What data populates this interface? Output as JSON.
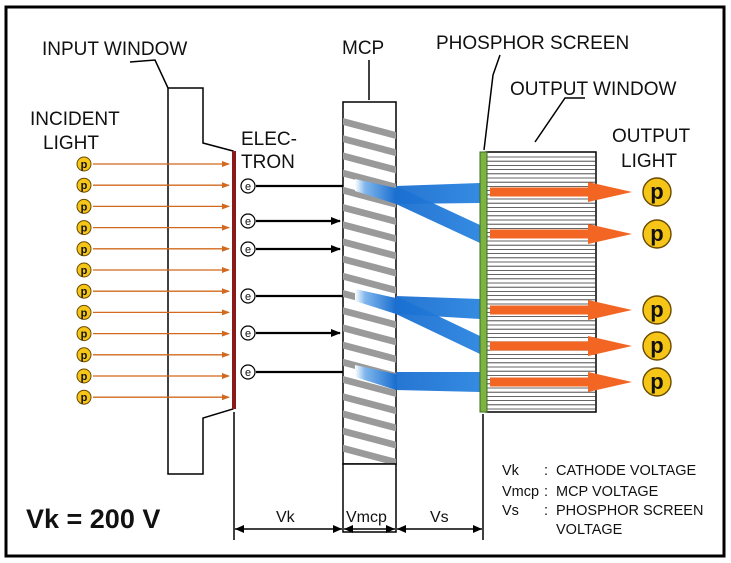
{
  "labels": {
    "input_window": "INPUT WINDOW",
    "mcp": "MCP",
    "phosphor_screen": "PHOSPHOR SCREEN",
    "output_window": "OUTPUT WINDOW",
    "incident_light_line1": "INCIDENT",
    "incident_light_line2": "LIGHT",
    "electron_line1": "ELEC-",
    "electron_line2": "TRON",
    "output_light_line1": "OUTPUT",
    "output_light_line2": "LIGHT"
  },
  "photon_symbol": "p",
  "electron_symbol": "e",
  "voltage_value": "Vk = 200 V",
  "dimensions": {
    "vk": "Vk",
    "vmcp": "Vmcp",
    "vs": "Vs"
  },
  "legend": [
    {
      "key": "Vk",
      "sep": ":",
      "desc": "CATHODE VOLTAGE"
    },
    {
      "key": "Vmcp",
      "sep": ":",
      "desc": "MCP VOLTAGE"
    },
    {
      "key": "Vs",
      "sep": ":",
      "desc": "PHOSPHOR SCREEN"
    },
    {
      "key": "",
      "sep": "",
      "desc": "VOLTAGE"
    }
  ],
  "colors": {
    "incident_arrow": "#d2691e",
    "photocathode": "#8b1a1a",
    "photon_fill": "#f5c518",
    "channel_stripe": "#9a9a9a",
    "electron_cloud": "#1a6fd0",
    "phosphor": "#7cb342",
    "output_arrow": "#f26522"
  }
}
